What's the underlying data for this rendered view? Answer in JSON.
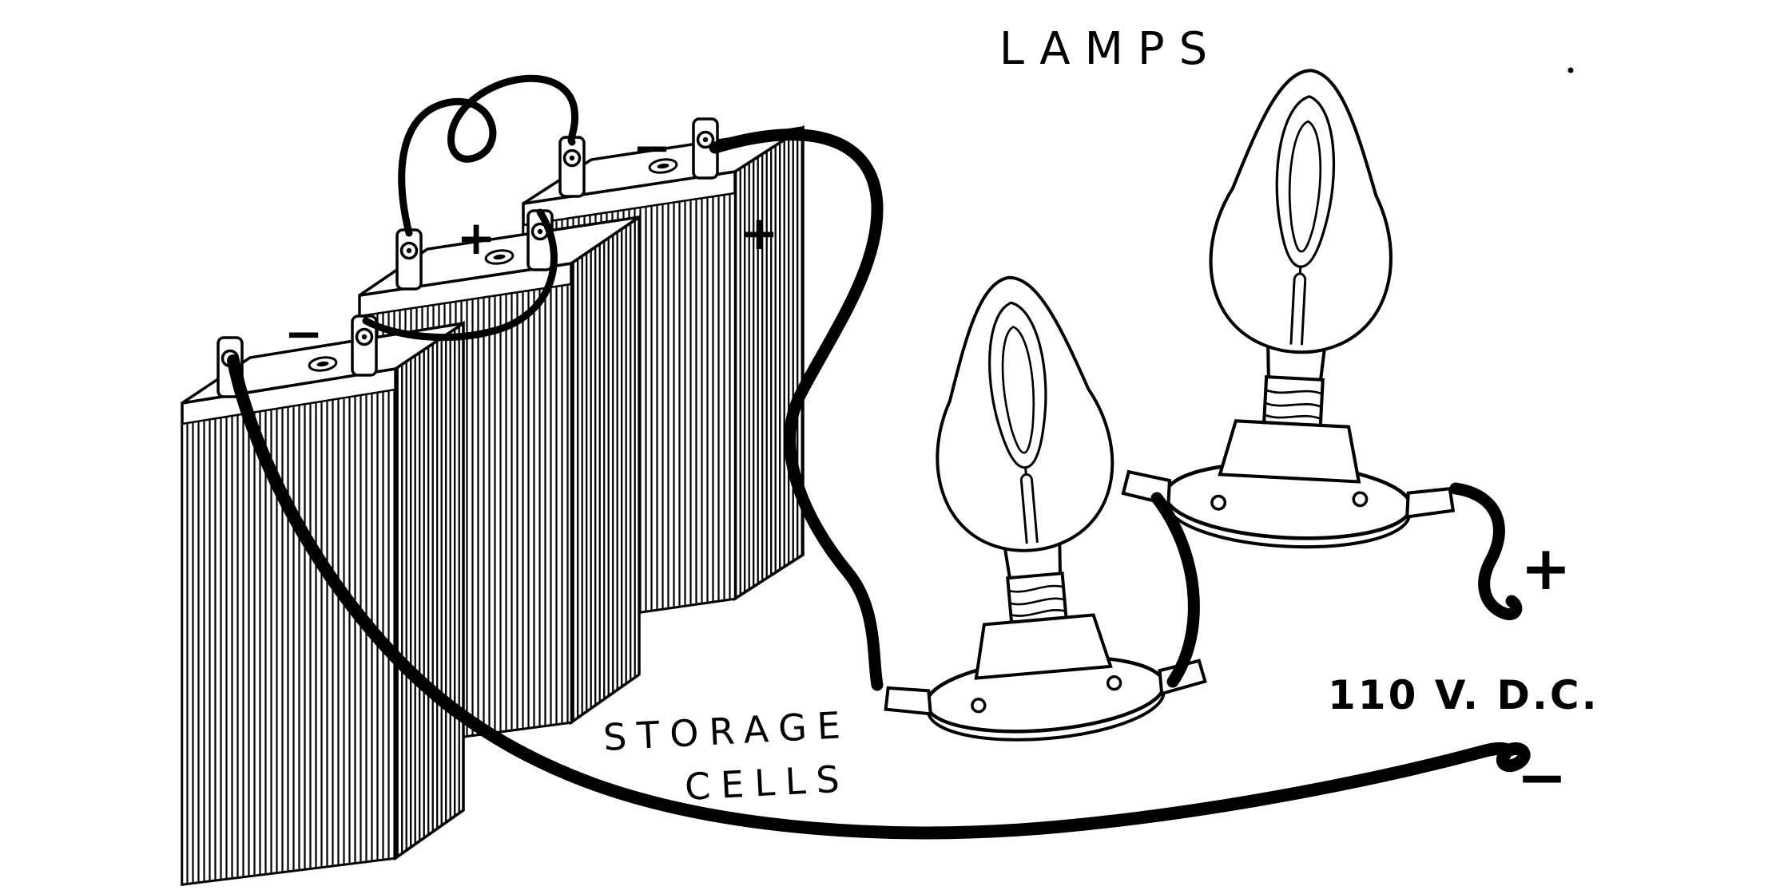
{
  "figure": {
    "colors": {
      "ink": "#000000",
      "paper": "#ffffff"
    },
    "labels": {
      "lamps": "LAMPS",
      "storage_line1": "STORAGE",
      "storage_line2": "CELLS",
      "supply": "110 V. D.C."
    },
    "polarity": {
      "cell_front_negative": "−",
      "cell_middle_positive": "+",
      "cell_back_negative": "−",
      "cell_back_positive": "+",
      "supply_positive": "+",
      "supply_negative": "−"
    }
  }
}
